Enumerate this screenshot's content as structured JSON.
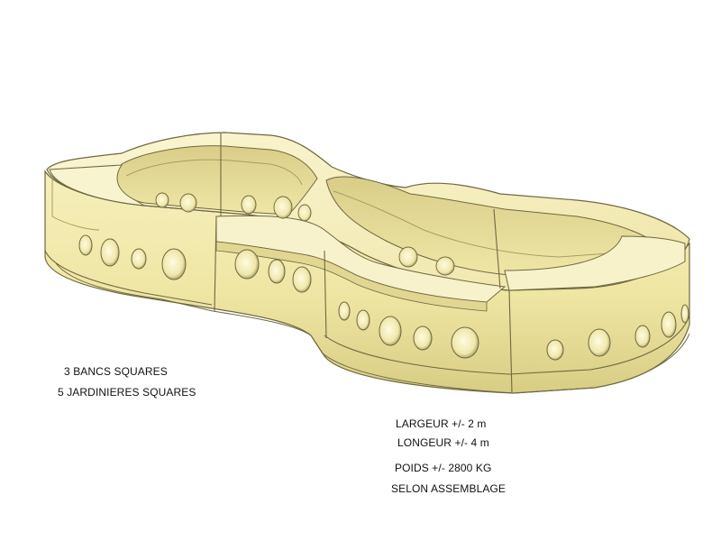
{
  "notes_left": [
    "3 BANCS SQUARES",
    "5 JARDINIERES SQUARES"
  ],
  "notes_right": [
    "LARGEUR +/- 2 m",
    "LONGEUR  +/- 4 m",
    "POIDS +/- 2800 KG",
    "SELON ASSEMBLAGE"
  ],
  "colors": {
    "wall": "#f0e8a8",
    "top": "#f7f1c4",
    "shadow": "#c9be74",
    "interior": "#ddd18c",
    "outline": "#6e6840",
    "hole": "#8c8450"
  }
}
